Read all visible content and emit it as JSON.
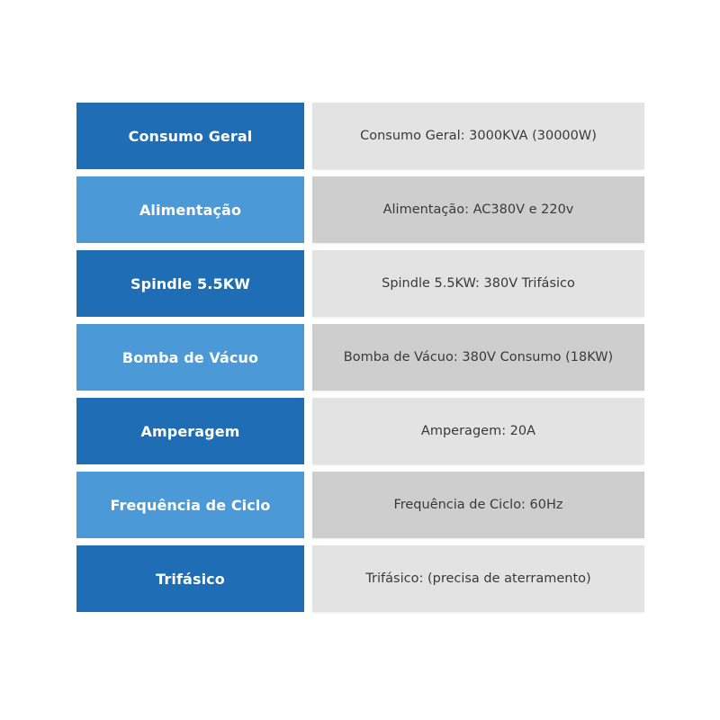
{
  "colors": {
    "label_dark": "#1f6db5",
    "label_light": "#4b9ad7",
    "value_light_bg": "#e3e3e3",
    "value_dark_bg": "#cecece",
    "value_text": "#3a3a3a"
  },
  "rows": [
    {
      "label": "Consumo Geral",
      "value": "Consumo Geral: 3000KVA (30000W)"
    },
    {
      "label": "Alimentação",
      "value": "Alimentação: AC380V e 220v"
    },
    {
      "label": "Spindle 5.5KW",
      "value": "Spindle 5.5KW: 380V Trifásico"
    },
    {
      "label": "Bomba de Vácuo",
      "value": "Bomba de Vácuo: 380V Consumo (18KW)"
    },
    {
      "label": "Amperagem",
      "value": "Amperagem: 20A"
    },
    {
      "label": "Frequência de Ciclo",
      "value": "Frequência de Ciclo: 60Hz"
    },
    {
      "label": "Trifásico",
      "value": "Trifásico: (precisa de aterramento)"
    }
  ]
}
